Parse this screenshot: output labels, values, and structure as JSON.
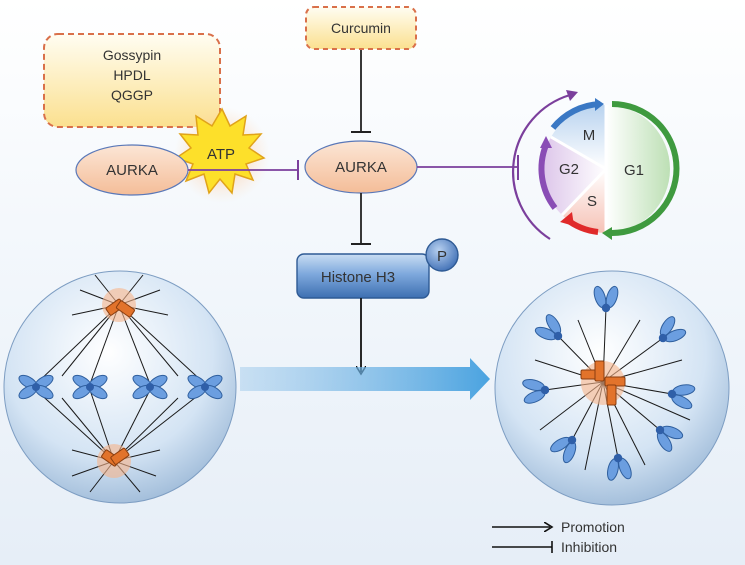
{
  "inhibitors": {
    "curcumin": "Curcumin",
    "gossypin": "Gossypin",
    "hpdl": "HPDL",
    "qggp": "QGGP"
  },
  "nodes": {
    "atp": "ATP",
    "aurka_left": "AURKA",
    "aurka_center": "AURKA",
    "histone": "Histone H3",
    "phospho": "P"
  },
  "cell_cycle": {
    "m": "M",
    "g1": "G1",
    "g2": "G2",
    "s": "S"
  },
  "legend": {
    "promotion": "Promotion",
    "inhibition": "Inhibition"
  },
  "colors": {
    "inhibitor_fill": "#fde9a8",
    "inhibitor_border": "#d9704a",
    "aurka_fill": "#f6c9ab",
    "inhibition_line": "#7b3f9c",
    "histone_fill": "#4a7fc0",
    "chromosome": "#5b8fd6",
    "centrosome": "#e2732b",
    "g1": "#3f9a3f",
    "g2": "#8a4db5",
    "m": "#3a78c4",
    "s": "#e02a2a"
  }
}
